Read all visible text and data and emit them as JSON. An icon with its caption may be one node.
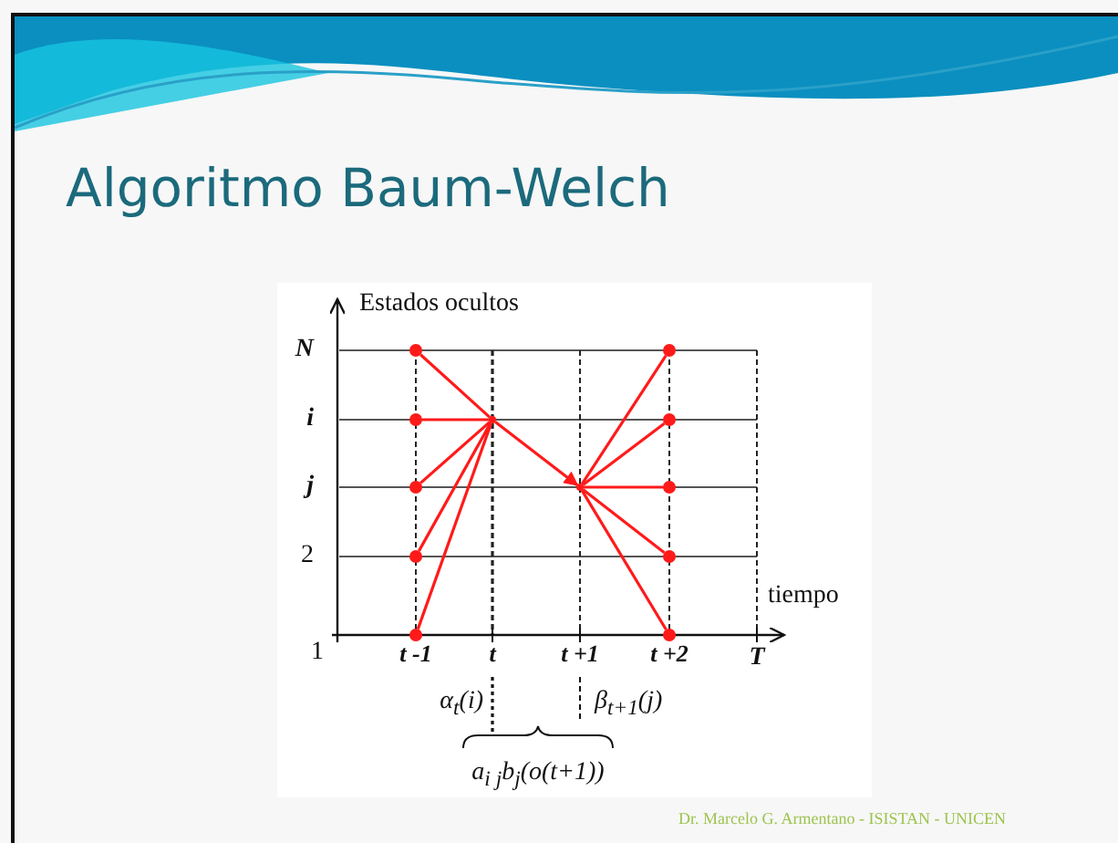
{
  "diagram": {
    "title": "Algoritmo Baum-Welch",
    "nodes": [
      {
        "text": [],
        "shape": "circle"
      },
      {
        "text": [],
        "shape": "circle"
      },
      {
        "text": [],
        "shape": "circle"
      },
      {
        "text": [],
        "shape": "circle"
      },
      {
        "text": [],
        "shape": "circle"
      },
      {
        "text": [],
        "shape": "circle"
      },
      {
        "text": [],
        "shape": "circle"
      },
      {
        "text": [],
        "shape": "circle"
      },
      {
        "text": [],
        "shape": "circle"
      },
      {
        "text": [],
        "shape": "circle"
      },
      {
        "text": [],
        "shape": "circle"
      },
      {
        "text": [],
        "shape": "circle"
      }
    ],
    "edges": [
      {
        "from": 0,
        "to": 5,
        "arrow": "none"
      },
      {
        "from": 1,
        "to": 5,
        "arrow": "none"
      },
      {
        "from": 2,
        "to": 5,
        "arrow": "none"
      },
      {
        "from": 3,
        "to": 5,
        "arrow": "none"
      },
      {
        "from": 4,
        "to": 5,
        "arrow": "none"
      },
      {
        "from": 5,
        "to": 6,
        "arrow": "to"
      },
      {
        "from": 6,
        "to": 7,
        "arrow": "none"
      },
      {
        "from": 6,
        "to": 8,
        "arrow": "none"
      },
      {
        "from": 6,
        "to": 9,
        "arrow": "none"
      },
      {
        "from": 6,
        "to": 10,
        "arrow": "none"
      },
      {
        "from": 6,
        "to": 11,
        "arrow": "none"
      }
    ],
    "labels": [
      "Estados ocultos",
      "N",
      "i",
      "j",
      "2",
      "tiempo",
      "1",
      "t -1",
      "t",
      "t +1",
      "t +2",
      "T",
      "α$_{t}$(i)",
      "β$_{t+1}$(j)",
      "a$_{i j}$b$_{j}$(o(t+1))",
      "Dr. Marcelo G. Armentano  -  ISISTAN - UNICEN"
    ]
  }
}
